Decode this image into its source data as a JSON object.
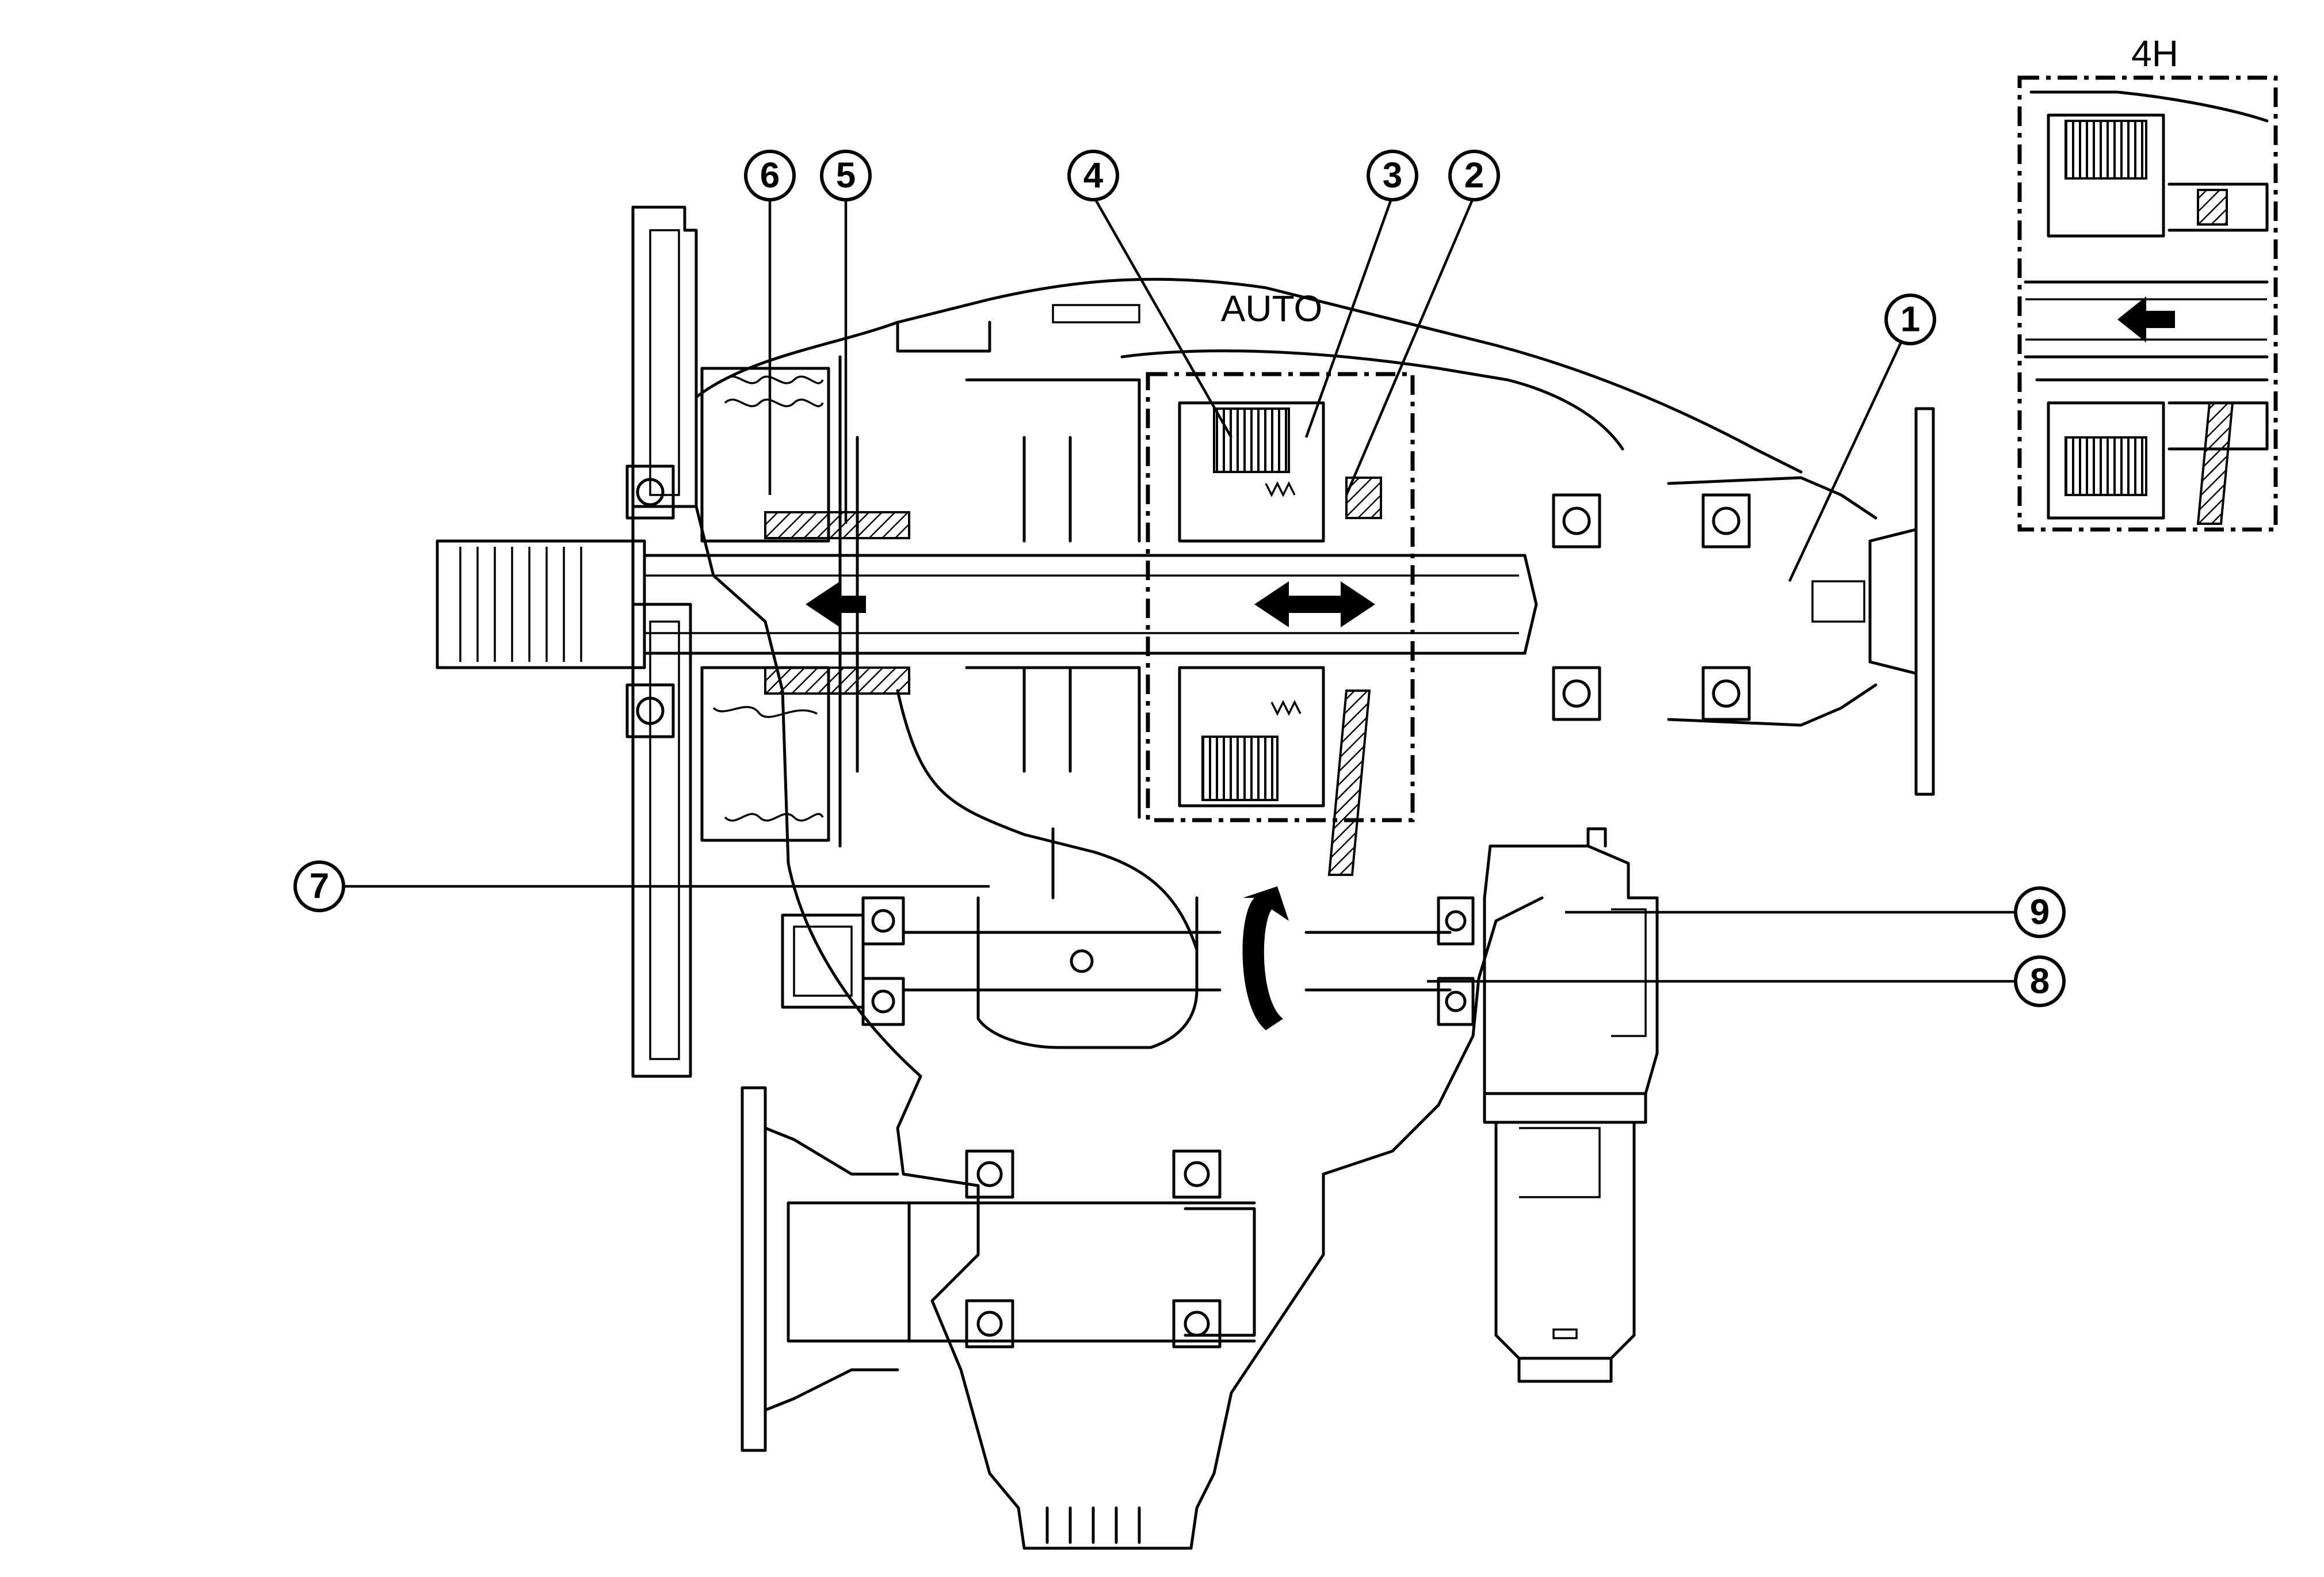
{
  "mode_labels": {
    "auto": "AUTO",
    "four_h": "4H"
  },
  "callouts": [
    "1",
    "2",
    "3",
    "4",
    "5",
    "6",
    "7",
    "8",
    "9"
  ]
}
